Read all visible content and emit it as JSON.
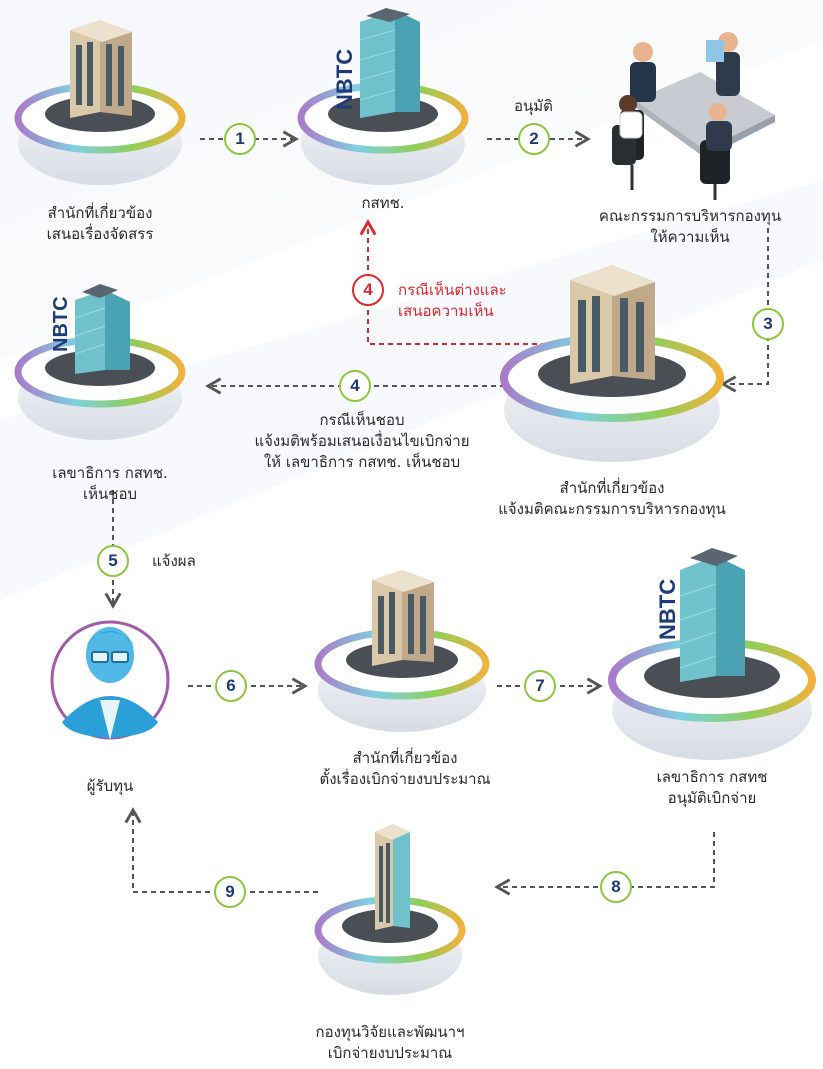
{
  "nodes": {
    "n1": {
      "line1": "สำนักที่เกี่ยวข้อง",
      "line2": "เสนอเรื่องจัดสรร"
    },
    "n2": {
      "line1": "กสทช.",
      "line2": "",
      "logo": "NBTC"
    },
    "n3": {
      "line1": "คณะกรรมการบริหารกองทุน",
      "line2": "ให้ความเห็น"
    },
    "n4": {
      "line1": "เลขาธิการ กสทช.",
      "line2": "เห็นชอบ",
      "logo": "NBTC"
    },
    "n5": {
      "line1": "สำนักที่เกี่ยวข้อง",
      "line2": "แจ้งมติคณะกรรมการบริหารกองทุน"
    },
    "n6": {
      "line1": "ผู้รับทุน",
      "line2": ""
    },
    "n7": {
      "line1": "สำนักที่เกี่ยวข้อง",
      "line2": "ตั้งเรื่องเบิกจ่ายงบประมาณ"
    },
    "n8": {
      "line1": "เลขาธิการ กสทช",
      "line2": "อนุมัติเบิกจ่าย",
      "logo": "NBTC"
    },
    "n9": {
      "line1": "กองทุนวิจัยและพัฒนาฯ",
      "line2": "เบิกจ่ายงบประมาณ"
    }
  },
  "steps": {
    "s1": "1",
    "s2": "2",
    "s3": "3",
    "s4red": "4",
    "s4": "4",
    "s5": "5",
    "s6": "6",
    "s7": "7",
    "s8": "8",
    "s9": "9"
  },
  "step_labels": {
    "s2": "อนุมัติ",
    "s4red_line1": "กรณีเห็นต่างและ",
    "s4red_line2": "เสนอความเห็น",
    "s4_line1": "กรณีเห็นชอบ",
    "s4_line2": "แจ้งมติพร้อมเสนอเงื่อนไขเบิกจ่าย",
    "s4_line3": "ให้ เลขาธิการ กสทช. เห็นชอบ",
    "s5": "แจ้งผล"
  },
  "colors": {
    "arrow": "#555555",
    "alt_arrow": "#e2262d",
    "badge_border": "#8ec63f",
    "badge_text": "#1f3a78",
    "nbtc_blue": "#1f3a78",
    "glass": "#5fb8c7",
    "person": "#2a9fd8",
    "person_ring": "#a05ca8"
  }
}
